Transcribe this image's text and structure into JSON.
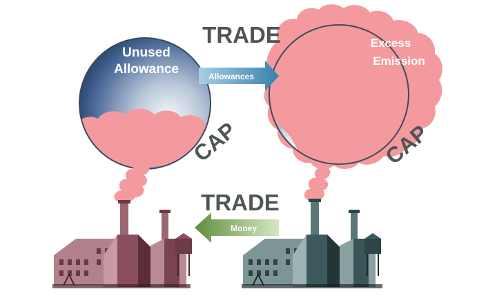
{
  "labels": {
    "trade_top": "TRADE",
    "trade_bottom": "TRADE",
    "cap_left": "CAP",
    "cap_right": "CAP",
    "unused_line1": "Unused",
    "unused_line2": "Allowance",
    "excess_line1": "Excess",
    "excess_line2": "Emission",
    "arrow_allowances": "Allowances",
    "arrow_money": "Money"
  },
  "colors": {
    "emission_cloud": "#f49a9e",
    "bubble_blue": "#2e4f7d",
    "allowances_arrow": "#4a8fb5",
    "money_arrow": "#6f9c4a",
    "left_factory": "#8a4f5c",
    "right_factory": "#3c5a5d",
    "label_text": "#4f5457"
  }
}
